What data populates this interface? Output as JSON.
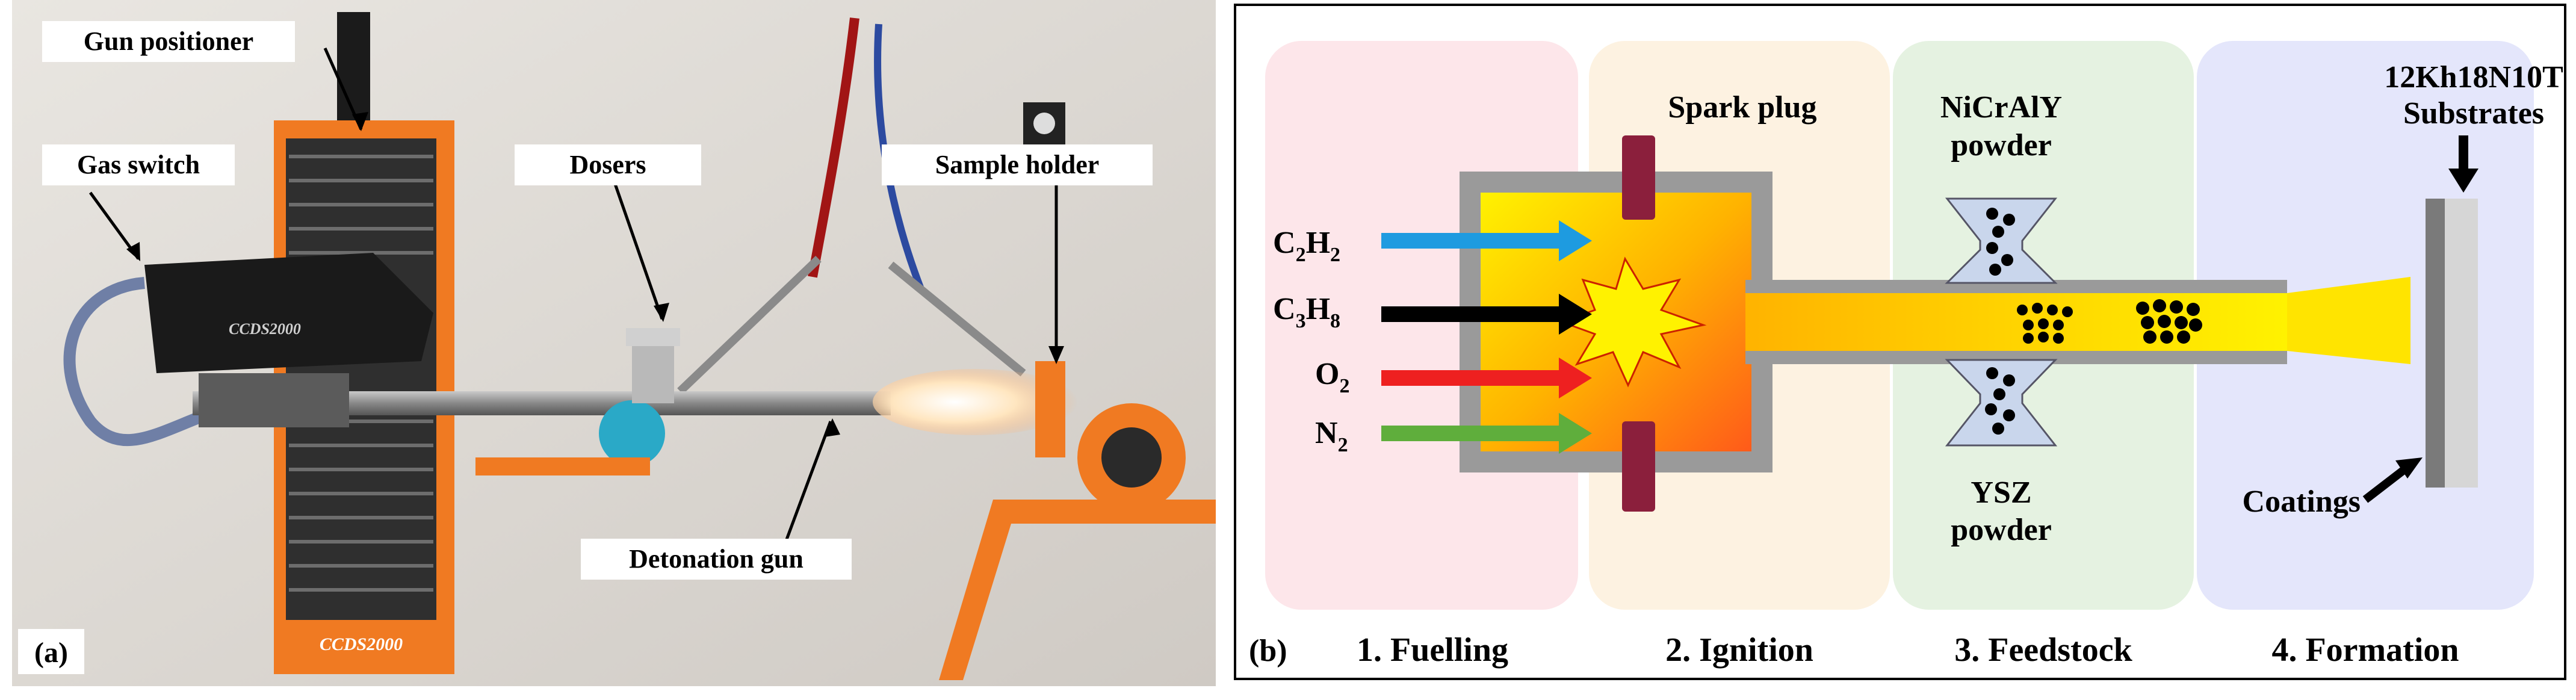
{
  "panel_a": {
    "label": "(a)",
    "callouts": {
      "gun_positioner": "Gun positioner",
      "gas_switch": "Gas switch",
      "dosers": "Dosers",
      "sample_holder": "Sample holder",
      "detonation_gun": "Detonation gun"
    },
    "device_brand_1": "CCDS2000",
    "device_brand_2": "CCDS2000"
  },
  "panel_b": {
    "label": "(b)",
    "stages": [
      "1. Fuelling",
      "2. Ignition",
      "3. Feedstock",
      "4. Formation"
    ],
    "stage_colors": [
      "#fde6ea",
      "#fdf2e1",
      "#e5f2e1",
      "#e4e6fb"
    ],
    "gases": [
      {
        "base": "C",
        "sub1": "2",
        "base2": "H",
        "sub2": "2",
        "color": "#1e9be0"
      },
      {
        "base": "C",
        "sub1": "3",
        "base2": "H",
        "sub2": "8",
        "color": "#000000"
      },
      {
        "base": "O",
        "sub1": "2",
        "base2": "",
        "sub2": "",
        "color": "#ee2020"
      },
      {
        "base": "N",
        "sub1": "2",
        "base2": "",
        "sub2": "",
        "color": "#5fae3c"
      }
    ],
    "spark_plug": "Spark plug",
    "powder_top_1": "NiCrAlY",
    "powder_top_2": "powder",
    "powder_bottom_1": "YSZ",
    "powder_bottom_2": "powder",
    "substrate_1": "12Kh18N10T",
    "substrate_2": "Substrates",
    "coatings": "Coatings"
  }
}
